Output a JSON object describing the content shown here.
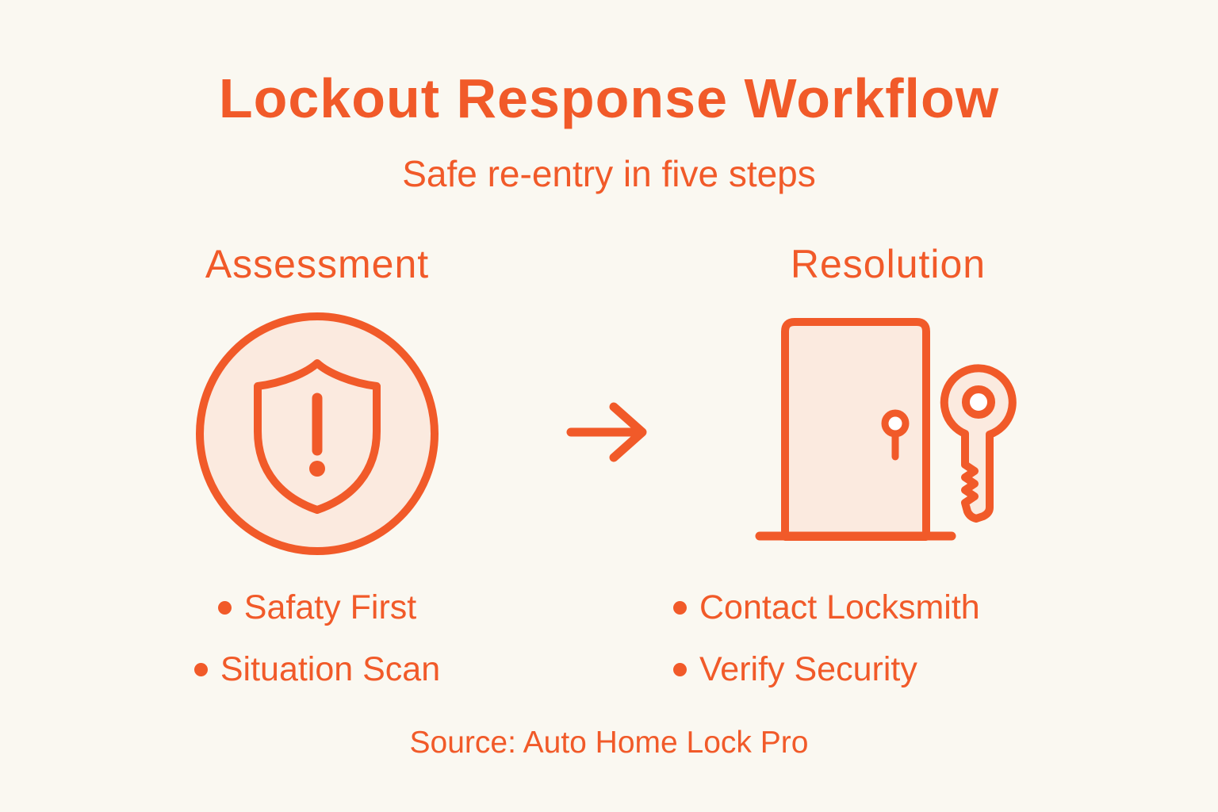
{
  "title": "Lockout Response Workflow",
  "subtitle": "Safe re-entry in five steps",
  "source": "Source: Auto Home Lock Pro",
  "colors": {
    "accent": "#F15A29",
    "icon_fill": "#FBEADF",
    "background": "#FAF8F1",
    "key_hole_fill": "#FFFFFF"
  },
  "arrow": {
    "icon": "right-arrow-icon"
  },
  "columns": [
    {
      "heading": "Assessment",
      "icon": "shield-alert-circle-icon",
      "items": [
        "Safaty First",
        "Situation Scan"
      ]
    },
    {
      "heading": "Resolution",
      "icon": "door-key-icon",
      "items": [
        "Contact Locksmith",
        "Verify Security"
      ]
    }
  ]
}
